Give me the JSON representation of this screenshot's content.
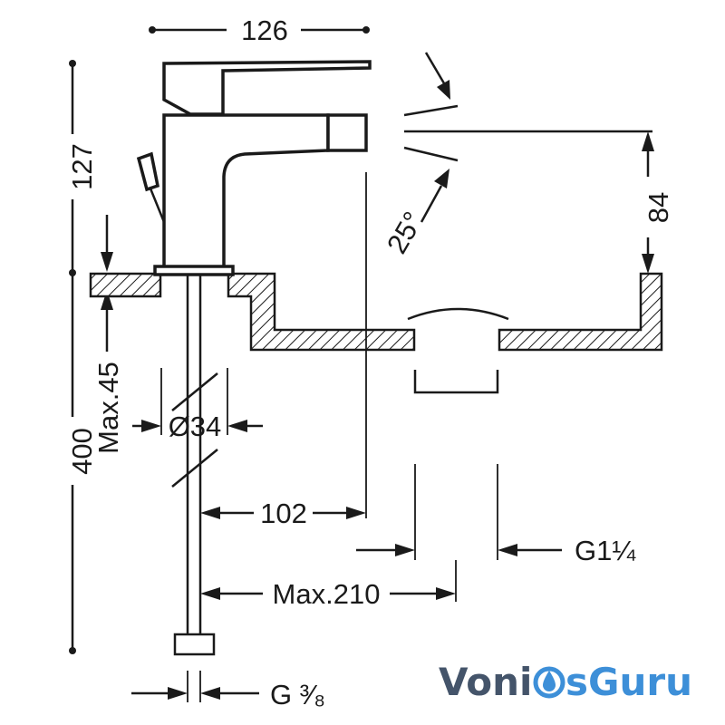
{
  "dimensions": {
    "width_top": "126",
    "height_spout": "127",
    "angle": "25°",
    "spout_height": "84",
    "max_deck": "Max.45",
    "total_height": "400",
    "diameter": "Ø34",
    "reach": "102",
    "max_width": "Max.210",
    "waste_thread": "G1¼",
    "inlet_thread": "G ³⁄₈"
  },
  "logo": {
    "part1": "Voni",
    "part2": "sGuru"
  },
  "colors": {
    "line": "#1a1a1a",
    "logo_dark": "#44546a",
    "logo_blue": "#3d8fd8"
  }
}
